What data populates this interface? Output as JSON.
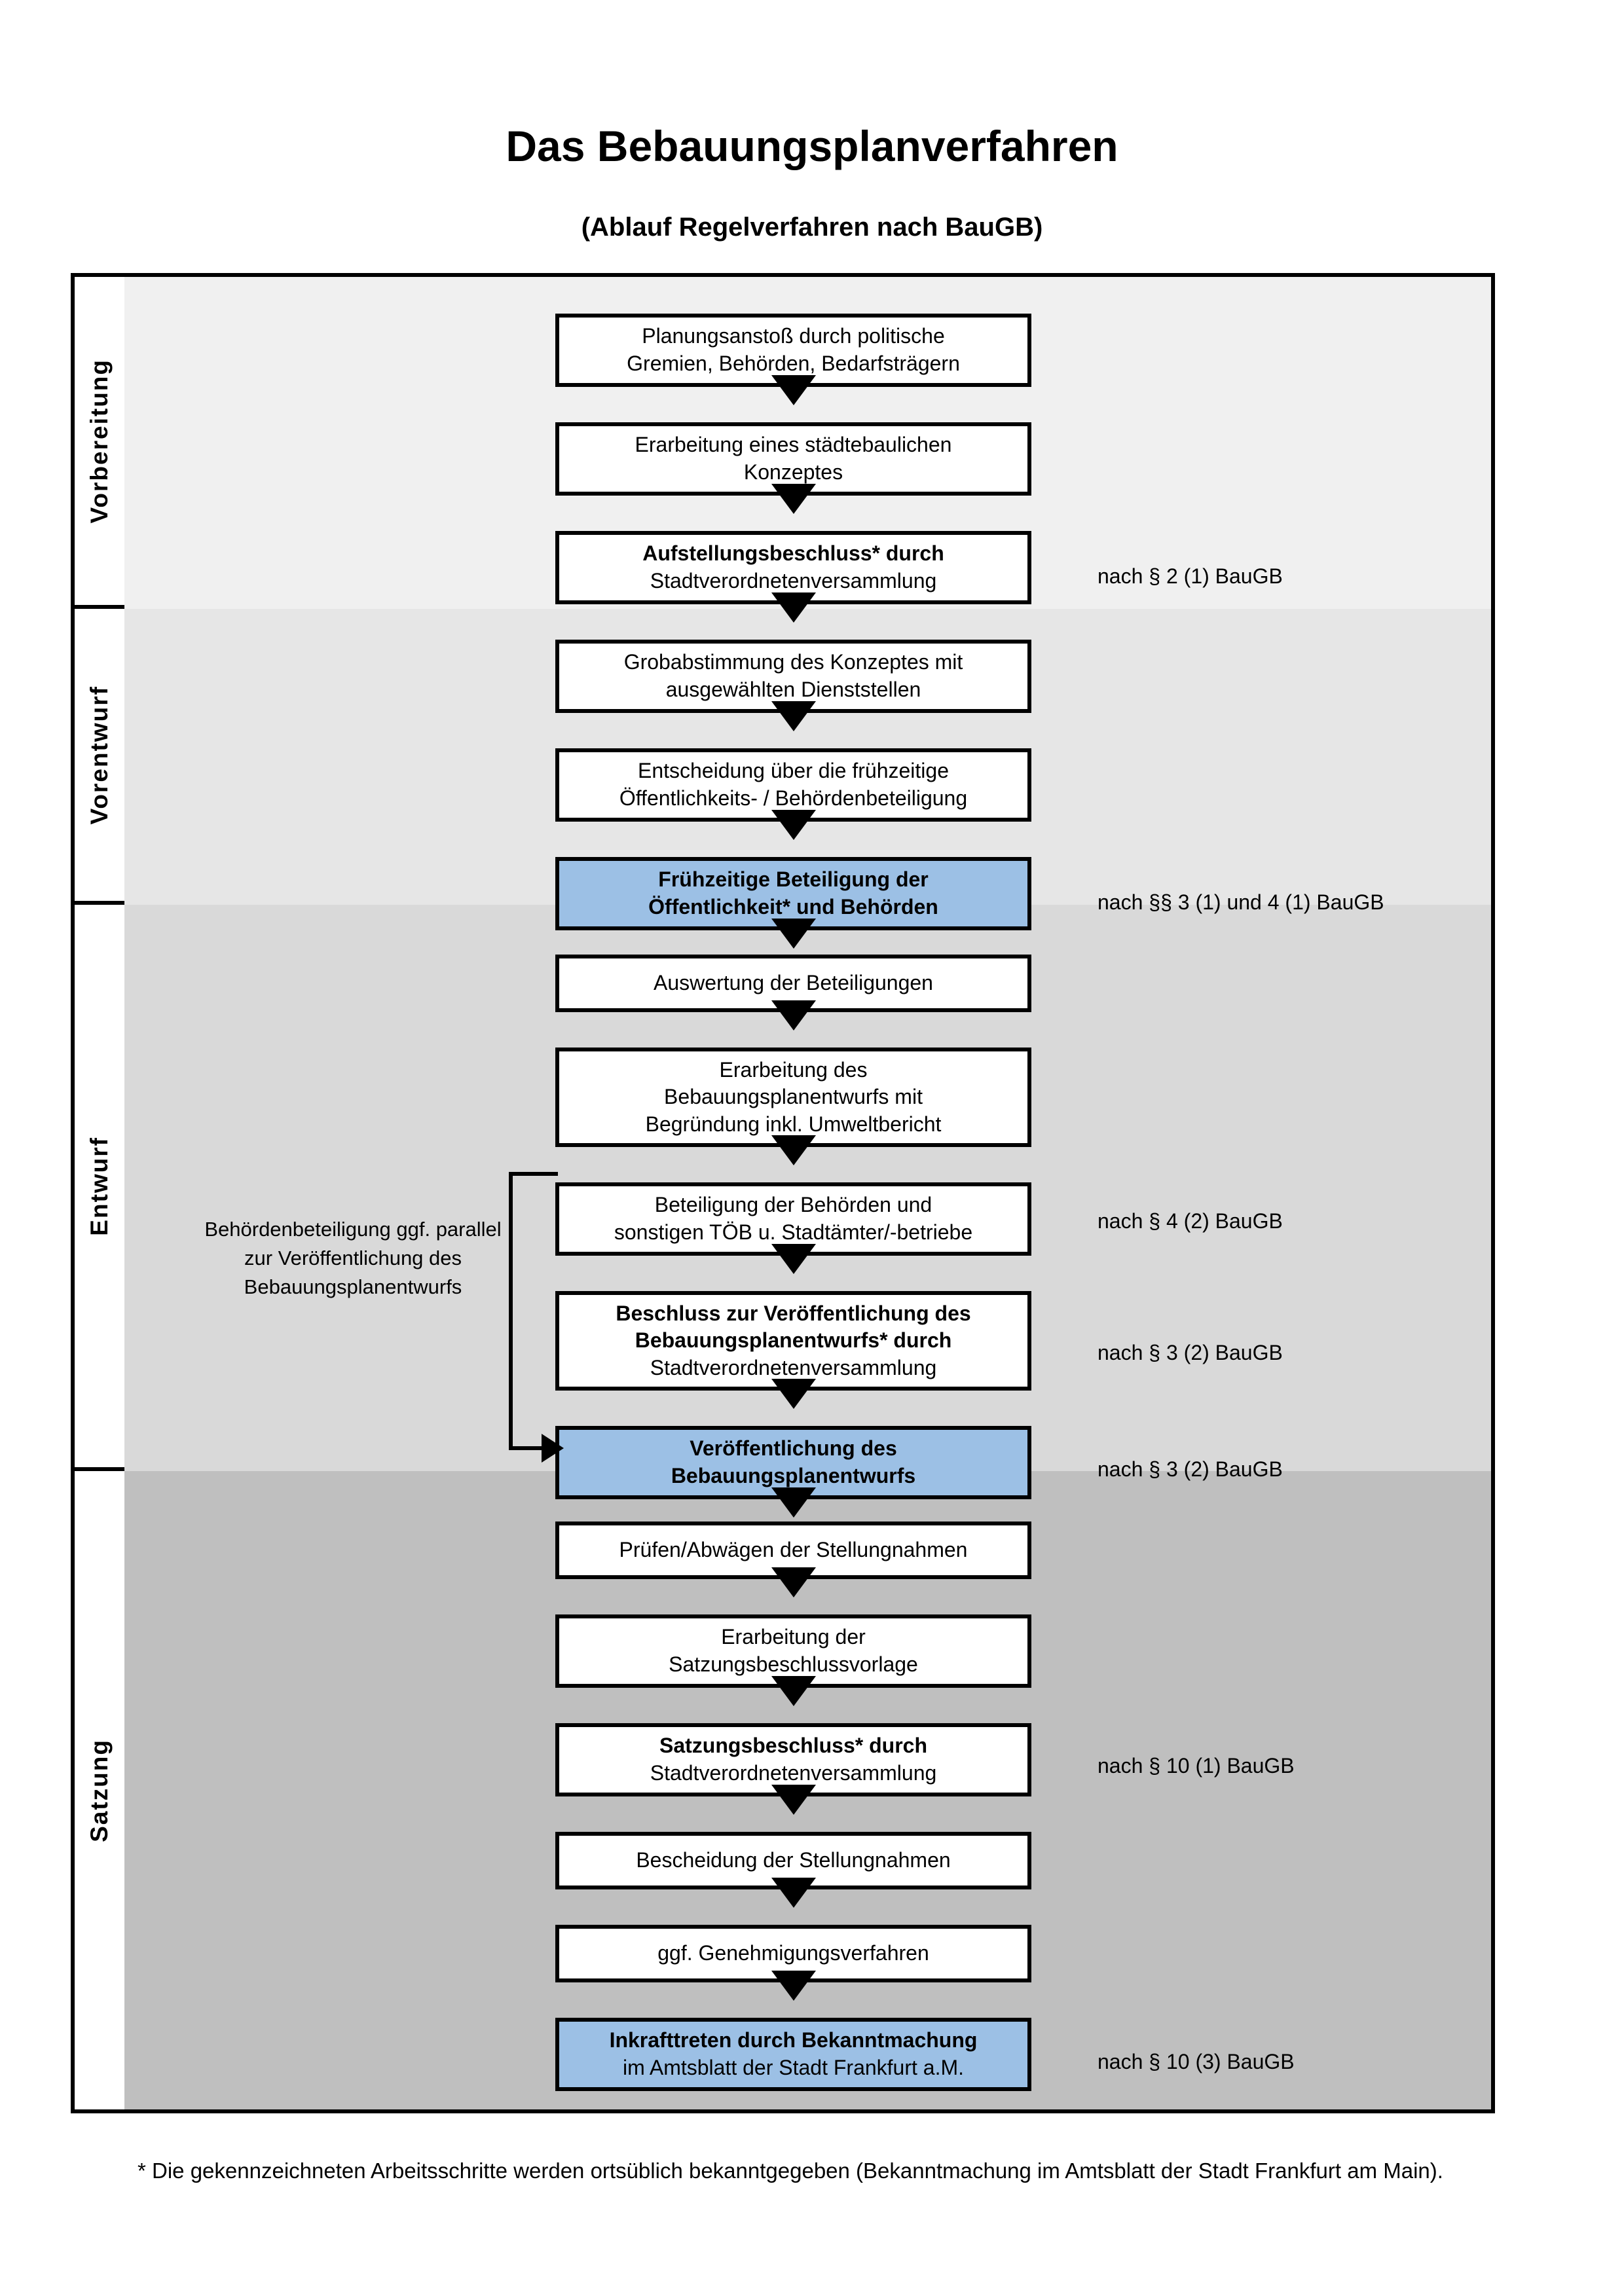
{
  "header": {
    "title": "Das Bebauungsplanverfahren",
    "subtitle": "(Ablauf Regelverfahren nach BauGB)"
  },
  "colors": {
    "highlight_box": "#9cc0e5",
    "band_vorbereitung": "#f0f0f0",
    "band_vorentwurf": "#e6e6e6",
    "band_entwurf": "#d9d9d9",
    "band_satzung": "#bfbfbf",
    "outline": "#000000"
  },
  "phases": [
    {
      "label": "Vorbereitung"
    },
    {
      "label": "Vorentwurf"
    },
    {
      "label": "Entwurf"
    },
    {
      "label": "Satzung"
    }
  ],
  "steps": [
    {
      "line1": "Planungsanstoß durch politische",
      "line2": "Gremien, Behörden, Bedarfsträgern",
      "bold": false,
      "highlight": false
    },
    {
      "line1": "Erarbeitung eines städtebaulichen",
      "line2": "Konzeptes",
      "bold": false,
      "highlight": false
    },
    {
      "line1": "Aufstellungsbeschluss* durch",
      "line2": "Stadtverordnetenversammlung",
      "bold": "partial",
      "highlight": false
    },
    {
      "line1": "Grobabstimmung des Konzeptes mit",
      "line2": "ausgewählten Dienststellen",
      "bold": false,
      "highlight": false
    },
    {
      "line1": "Entscheidung über die frühzeitige",
      "line2": "Öffentlichkeits- / Behördenbeteiligung",
      "bold": false,
      "highlight": false
    },
    {
      "line1": "Frühzeitige Beteiligung der",
      "line2": "Öffentlichkeit* und Behörden",
      "bold": true,
      "highlight": true
    },
    {
      "line1": "Auswertung der Beteiligungen",
      "line2": "",
      "bold": false,
      "highlight": false
    },
    {
      "line1": "Erarbeitung des",
      "line2": "Bebauungsplanentwurfs mit",
      "line3": "Begründung inkl. Umweltbericht",
      "bold": false,
      "highlight": false
    },
    {
      "line1": "Beteiligung der Behörden und",
      "line2": "sonstigen TÖB u. Stadtämter/-betriebe",
      "bold": false,
      "highlight": false
    },
    {
      "line1": "Beschluss zur Veröffentlichung des",
      "line2": "Bebauungsplanentwurfs* durch",
      "line3": "Stadtverordnetenversammlung",
      "bold": "partial",
      "highlight": false
    },
    {
      "line1": "Veröffentlichung des",
      "line2": "Bebauungsplanentwurfs",
      "bold": true,
      "highlight": true
    },
    {
      "line1": "Prüfen/Abwägen der Stellungnahmen",
      "line2": "",
      "bold": false,
      "highlight": false
    },
    {
      "line1": "Erarbeitung der",
      "line2": "Satzungsbeschlussvorlage",
      "bold": false,
      "highlight": false
    },
    {
      "line1": "Satzungsbeschluss* durch",
      "line2": "Stadtverordnetenversammlung",
      "bold": "partial",
      "highlight": false
    },
    {
      "line1": "Bescheidung der Stellungnahmen",
      "line2": "",
      "bold": false,
      "highlight": false
    },
    {
      "line1": "ggf. Genehmigungsverfahren",
      "line2": "",
      "bold": false,
      "highlight": false
    },
    {
      "line1": "Inkrafttreten durch Bekanntmachung",
      "line2": "im Amtsblatt der Stadt Frankfurt a.M.",
      "bold": "partial",
      "highlight": true
    }
  ],
  "legal_notes": [
    {
      "text": "nach § 2 (1) BauGB"
    },
    {
      "text": "nach §§ 3 (1) und 4 (1) BauGB"
    },
    {
      "text": "nach § 4 (2) BauGB"
    },
    {
      "text": "nach § 3 (2) BauGB"
    },
    {
      "text": "nach § 3 (2) BauGB"
    },
    {
      "text": "nach § 10 (1) BauGB"
    },
    {
      "text": "nach § 10 (3) BauGB"
    }
  ],
  "side_note": {
    "line1": "Behördenbeteiligung",
    "line2": "ggf. parallel zur",
    "line3": "Veröffentlichung des",
    "line4": "Bebauungsplanentwurfs"
  },
  "footnote": {
    "text": "* Die gekennzeichneten Arbeitsschritte werden ortsüblich bekanntgegeben (Bekanntmachung im Amtsblatt  der Stadt Frankfurt am Main)."
  }
}
